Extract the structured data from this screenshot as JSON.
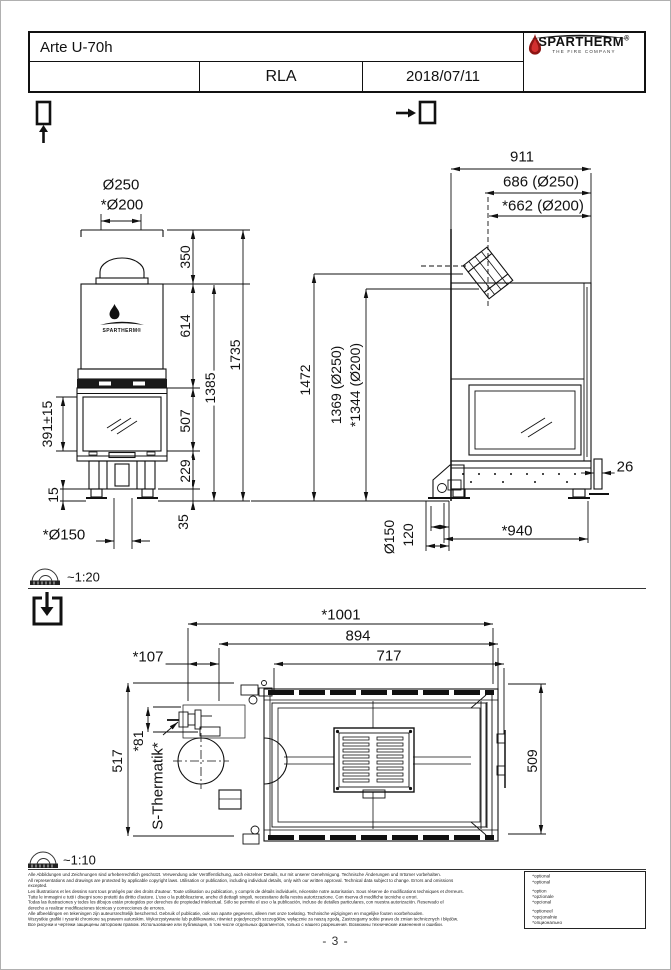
{
  "page": {
    "footer": "- 3 -",
    "line_color": "#111111",
    "accent_red": "#b71c1c"
  },
  "header": {
    "model": "Arte U-70h",
    "revision": "RLA",
    "date": "2018/07/11",
    "brand": {
      "name": "SPARTHERM",
      "registered_mark": "®",
      "tagline": "THE FIRE COMPANY"
    }
  },
  "view_icons": {
    "front": "front-view",
    "side": "side-view",
    "top": "top-view",
    "scale": "protractor"
  },
  "scales": {
    "elevations": "~1:20",
    "plan": "~1:10"
  },
  "views": {
    "front": {
      "drawing_logo": "SPARTHERM®",
      "dims": {
        "flue_diameter": "Ø250",
        "flue_diameter_optional": "*Ø200",
        "collar_height": "350",
        "hood_height": "614",
        "height_1385": "1385",
        "total_height": "1735",
        "glass_height": "507",
        "glass_height_tol": "391±15",
        "base_height": "229",
        "foot_height": "15",
        "bottom_offset": "35",
        "floor_flue": "*Ø150"
      }
    },
    "side": {
      "dims": {
        "total_depth": "911",
        "flue_center_250": "686 (Ø250)",
        "flue_center_200": "*662 (Ø200)",
        "height_1472": "1472",
        "flue_height_250": "1369 (Ø250)",
        "flue_height_200": "*1344 (Ø200)",
        "front_frame": "26",
        "floor_flue": "Ø150",
        "floor_flue_offset": "120",
        "base_depth": "*940"
      }
    },
    "plan": {
      "feature_label": "S-Thermatik*",
      "dims": {
        "total_width": "*1001",
        "width_894": "894",
        "width_717": "717",
        "rear_depth": "*107",
        "offset_81": "*81",
        "depth_left": "517",
        "depth_right": "509"
      }
    }
  },
  "legal_lines": [
    "Alle Abbildungen und Zeichnungen sind urheberrechtlich geschützt. Verwendung oder Veröffentlichung, auch einzelner Details, nur mit unserer Genehmigung. Technische Änderungen und Irrtümer vorbehalten.",
    "All representations and drawings are protected by applicable copyright laws. Utilisation or publication, including individual details, only with our written approval. Technical data subject to change. Errors and omissions",
    "excepted.",
    "Les illustrations et les dessins sont tous protégés par des droits d'auteur. Toute utilisation ou publication, y compris de détails individuels, nécessite notre autorisation. Sous réserve de modifications techniques et d'erreurs.",
    "Tutte le immagini e tutti i disegni sono protetti da diritto d'autore. L'uso o la pubblicazione, anche di dettagli singoli, necessitano della nostra autorizzazione. Con riserva di modifiche tecniche e errori.",
    "Todas las ilustraciones y todos los dibujos están protegidos por derechos de propiedad intelectual. Sólo se permite el uso o la publicación, incluso de detalles particulares, con nuestra autorización. Reservado el",
    "derecho a realizar modificaciones técnicas y correcciones de errores.",
    "Alle afbeeldingen en tekeningen zijn auteursrechtelijk beschermd. Gebruik of publicatie, ook van aparte gegevens, alleen met onze toelating. Technische wijzigingen en mogelijke fouten voorbehouden.",
    "Wszystkie grafiki i rysunki chronione są prawem autorskim. Wykorzystywanie lub publikowanie, również pojedynczych szczegółów, wyłącznie za naszą zgodą. Zastrzegamy sobie prawo do zmian technicznych i błędów.",
    "Все рисунки и чертежи защищены авторским правом. Использование или публикация, в том числе отдельных фрагментов, только с нашего разрешения. Возможны технические изменения и ошибки."
  ],
  "optional_notes": {
    "groups": [
      [
        "*optional",
        "*optional"
      ],
      [
        "*option",
        "*opzionale",
        "*opcional"
      ],
      [
        "*optioneel",
        "*opcjonalnie",
        "*опционально"
      ]
    ]
  }
}
